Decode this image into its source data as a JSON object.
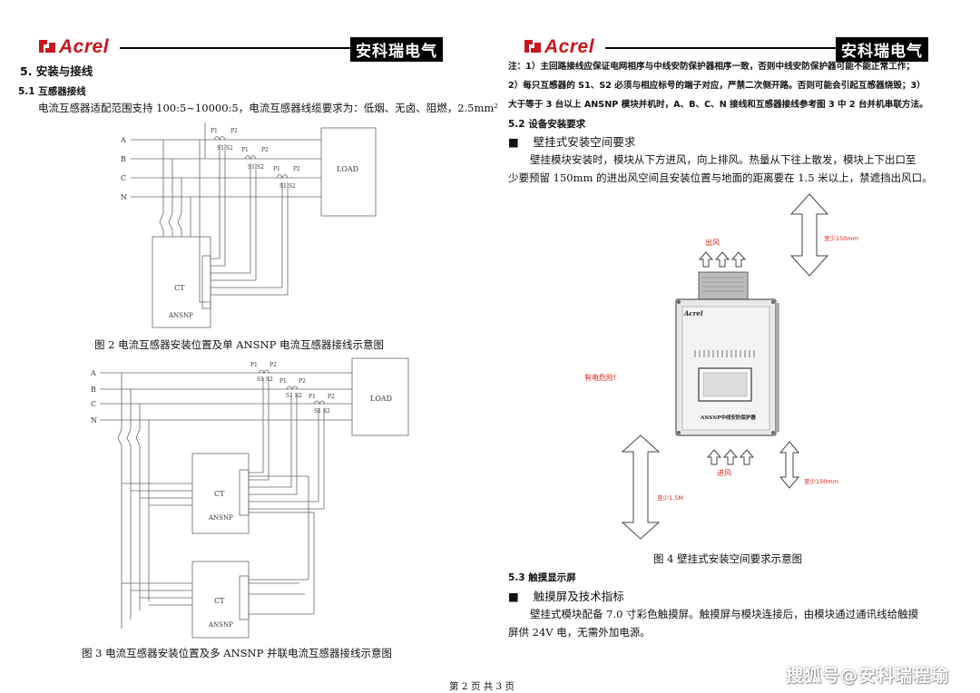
{
  "header": {
    "logo_text": "Acrel",
    "company_cn": "安科瑞电气"
  },
  "left": {
    "section_title": "5.  安装与接线",
    "sub_title": "5.1  互感器接线",
    "paragraph": "电流互感器适配范围支持 100:5~10000:5，电流互感器线缆要求为：低烟、无卤、阻燃，2.5mm²",
    "fig2_caption": "图 2  电流互感器安装位置及单 ANSNP  电流互感器接线示意图",
    "fig3_caption": "图 3  电流互感器安装位置及多 ANSNP  并联电流互感器接线示意图"
  },
  "diagram": {
    "phase_a": "A",
    "phase_b": "B",
    "phase_c": "C",
    "phase_n": "N",
    "load": "LOAD",
    "ct": "CT",
    "ansnp": "ANSNP",
    "p1": "P1",
    "p2": "P2",
    "s1s2": "S1 S2"
  },
  "right": {
    "note_1": "注：1）主回路接线应保证电网相序与中线安防保护器相序一致，否则中线安防保护器可能不能正常工作；",
    "note_2": "2）每只互感器的  S1、S2 必须与相应标号的端子对应，严禁二次侧开路。否则可能会引起互感器烧毁；3）",
    "note_3": "大于等于 3 台以上  ANSNP  模块并机时，A、B、C、N 接线和互感器接线参考图 3 中 2 台并机串联方法。",
    "sec52_title": "5.2  设备安装要求",
    "bullet1": "壁挂式安装空间要求",
    "para52_line1": "壁挂模块安装时，模块从下方进风，向上排风。热量从下往上散发，模块上下出口至",
    "para52_line2": "少要预留 150mm 的进出风空间且安装位置与地面的距离要在 1.5 米以上，禁遮挡出风口。",
    "fig4": {
      "outlet": "出风",
      "inlet": "进风",
      "danger": "有电危险!",
      "top_clear": "至少150mm",
      "bottom_clear": "至少150mm",
      "floor_clear": "至少1.5M",
      "device_logo": "Acrel",
      "device_name": "ANSNP中线安防保护器"
    },
    "fig4_caption": "图 4  壁挂式安装空间要求示意图",
    "sec53_title": "5.3  触摸显示屏",
    "bullet2": "触摸屏及技术指标",
    "para53_line1": "壁挂式模块配备  7.0  寸彩色触摸屏。触摸屏与模块连接后，由模块通过通讯线给触摸",
    "para53_line2": "屏供 24V 电，无需外加电源。"
  },
  "footer": {
    "page_label": "第  2  页  共  3  页",
    "watermark": "搜狐号@安科瑞程瑜"
  },
  "colors": {
    "brand_red": "#c8161d",
    "warn_red": "#e0201a"
  }
}
